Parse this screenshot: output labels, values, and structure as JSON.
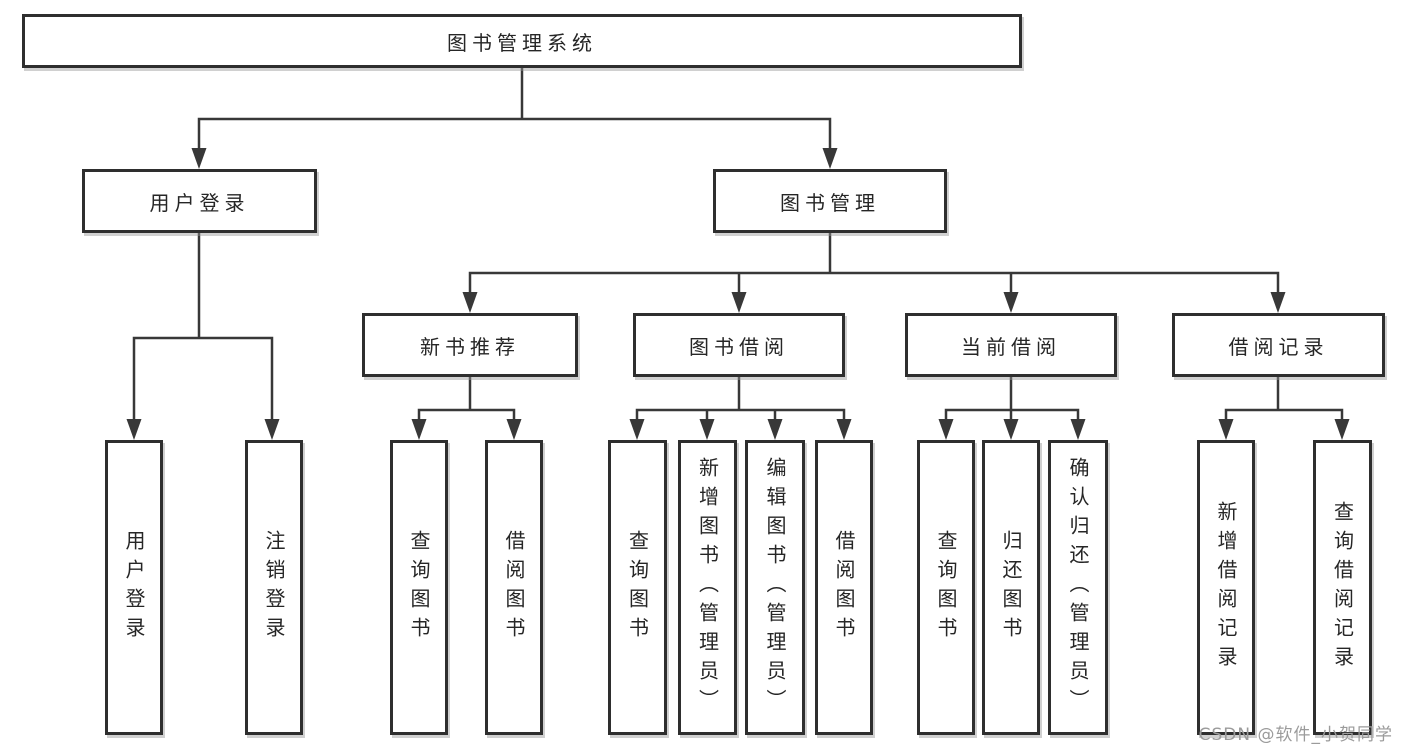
{
  "diagram": {
    "root": "图书管理系统",
    "level2": {
      "user_login": "用户登录",
      "book_mgmt": "图书管理"
    },
    "level3": {
      "new_book_recommend": "新书推荐",
      "book_borrow": "图书借阅",
      "current_borrow": "当前借阅",
      "borrow_record": "借阅记录"
    },
    "leaves": {
      "user_login": [
        "用户登录",
        "注销登录"
      ],
      "new_book_recommend": [
        "查询图书",
        "借阅图书"
      ],
      "book_borrow": [
        "查询图书",
        "新增图书（管理员）",
        "编辑图书（管理员）",
        "借阅图书"
      ],
      "current_borrow": [
        "查询图书",
        "归还图书",
        "确认归还（管理员）"
      ],
      "borrow_record": [
        "新增借阅记录",
        "查询借阅记录"
      ]
    }
  },
  "watermark": "CSDN @软件_小贺同学",
  "colors": {
    "line": "#383838",
    "border": "#2e2e2e",
    "text": "#262626",
    "watermark": "#9b9b9b",
    "background": "#ffffff"
  }
}
